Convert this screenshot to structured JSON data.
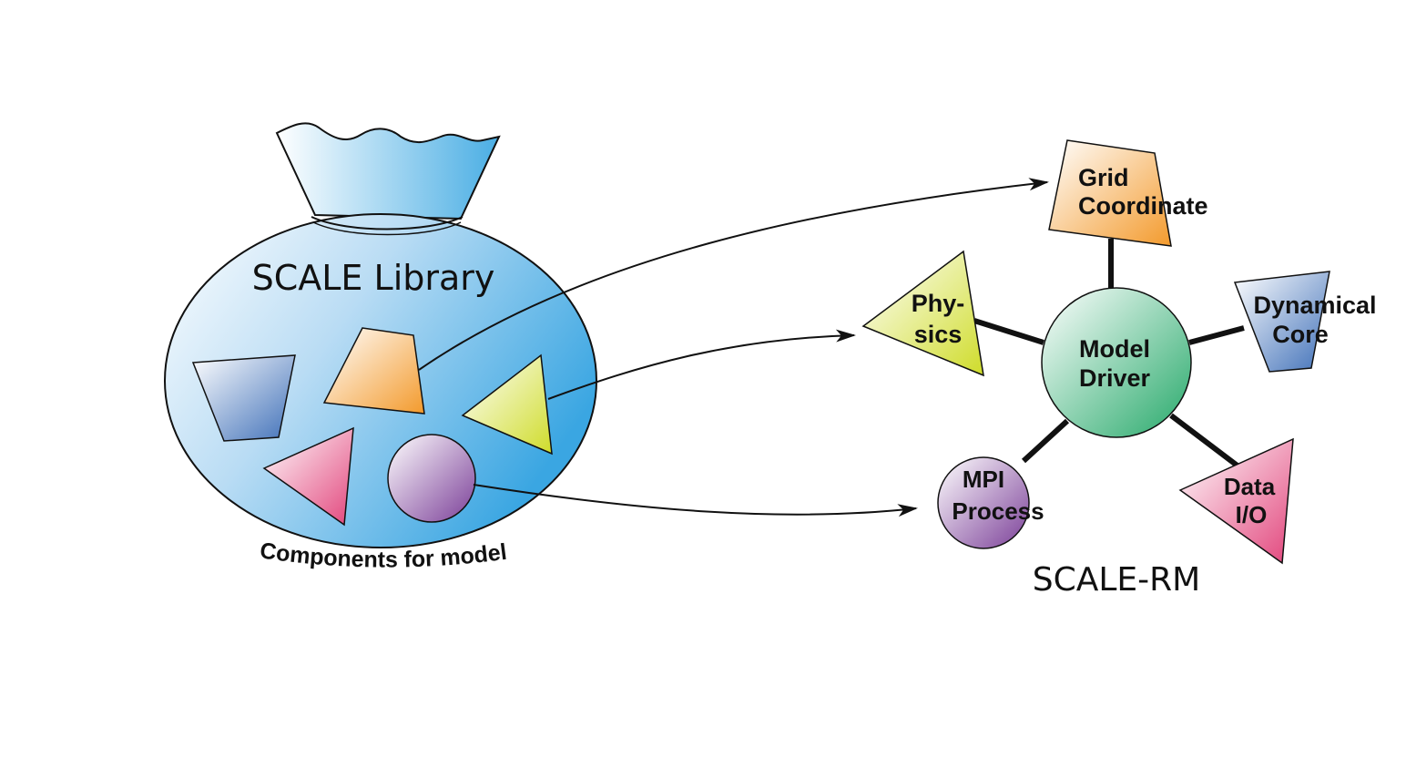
{
  "library": {
    "title": "SCALE Library",
    "caption": "Components for model"
  },
  "model": {
    "title": "SCALE-RM",
    "driver_line1": "Model",
    "driver_line2": "Driver",
    "grid_line1": "Grid",
    "grid_line2": "Coordinate",
    "physics_line1": "Phy-",
    "physics_line2": "sics",
    "dynamical_line1": "Dynamical",
    "dynamical_line2": "Core",
    "mpi_line1": "MPI",
    "mpi_line2": "Process",
    "dataio_line1": "Data",
    "dataio_line2": "I/O"
  }
}
